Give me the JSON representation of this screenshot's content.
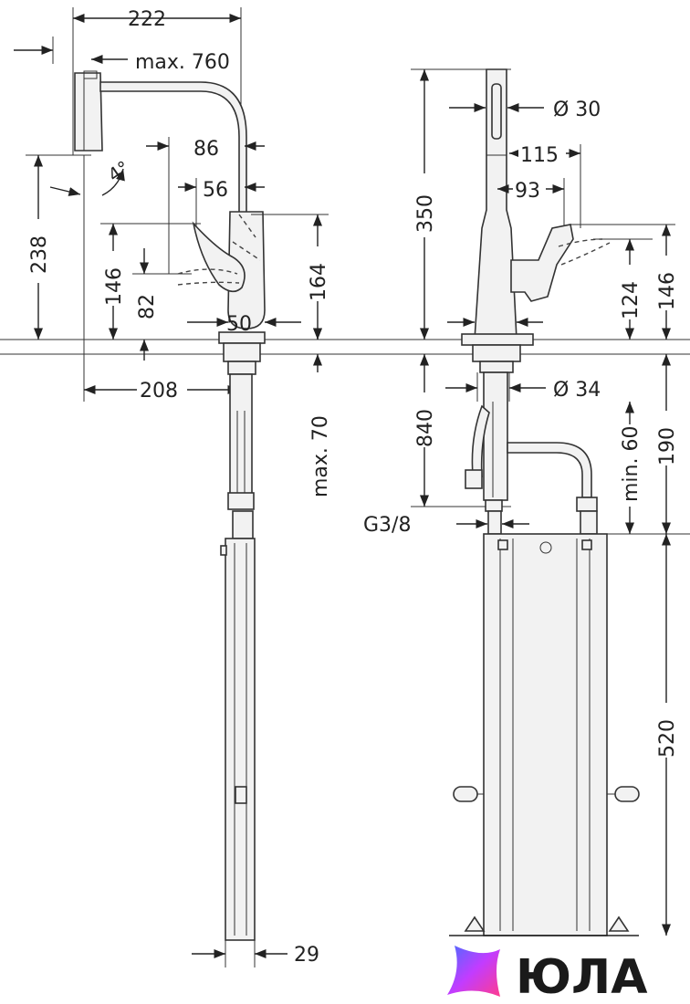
{
  "colors": {
    "line": "#222222",
    "logo_gradient": [
      "#4a6cff",
      "#c23cff",
      "#ff3c8e"
    ]
  },
  "side_view": {
    "dim_width_top": "222",
    "dim_max_reach": "max. 760",
    "dim_spout_86": "86",
    "dim_angle": "4°",
    "dim_56": "56",
    "dim_238": "238",
    "dim_146": "146",
    "dim_82": "82",
    "dim_164": "164",
    "dim_50": "50",
    "dim_208": "208",
    "dim_max_70": "max. 70",
    "dim_29": "29"
  },
  "front_view": {
    "dim_350": "350",
    "dim_d30": "Ø 30",
    "dim_115": "115",
    "dim_93": "93",
    "dim_146": "146",
    "dim_124": "124",
    "dim_840": "840",
    "dim_d34": "Ø 34",
    "dim_min60": "min. 60",
    "dim_190": "190",
    "dim_g38": "G3/8",
    "dim_520": "520"
  },
  "logo": {
    "text": "ЮЛА",
    "icon": "star-gradient-icon"
  }
}
